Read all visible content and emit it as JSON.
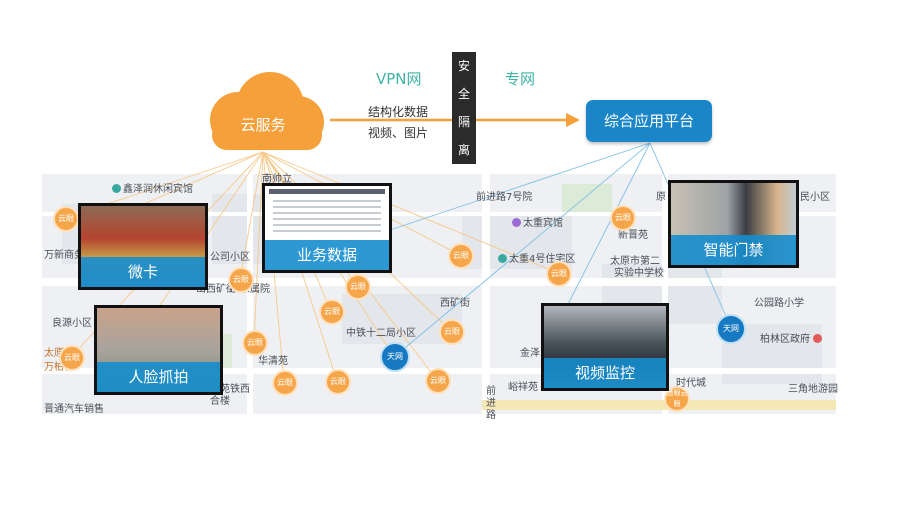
{
  "colors": {
    "cloud_orange": "#f5a03a",
    "platform_blue": "#1a86c8",
    "network_text": "#3fb3a6",
    "isolation_bar": "#2b2b2b",
    "arrow_orange": "#f5a03a"
  },
  "top": {
    "cloud_service": "云服务",
    "vpn_label": "VPN网",
    "private_net_label": "专网",
    "data_line1": "结构化数据",
    "data_line2": "视频、图片",
    "isolation_chars": [
      "安",
      "全",
      "隔",
      "离"
    ],
    "platform_label": "综合应用平台"
  },
  "map_labels": [
    "鑫泽润休闲宾馆",
    "万新商务",
    "南帅立",
    "公司小区",
    "山西矿街",
    "厂家属院",
    "良源小区",
    "太原市",
    "万柏林",
    "华清苑",
    "清苑铁西",
    "合楼",
    "晋通汽车销售",
    "中铁十二局小区",
    "西矿街",
    "前进路7号院",
    "太重宾馆",
    "太重4号住宅区",
    "新晋苑",
    "太原市第二",
    "实验中学校",
    "金泽",
    "峪祥苑",
    "前进路",
    "民小区",
    "公园路小学",
    "柏林区政府",
    "三角地游园",
    "时代城",
    "原"
  ],
  "node_labels": {
    "cloud_eye": "云眼",
    "sky_net": "天网",
    "sky_eye": "慧眼云眼"
  },
  "cards": {
    "weika": "微卡",
    "business_data": "业务数据",
    "smart_door": "智能门禁",
    "face_capture": "人脸抓拍",
    "video_monitor": "视频监控"
  }
}
